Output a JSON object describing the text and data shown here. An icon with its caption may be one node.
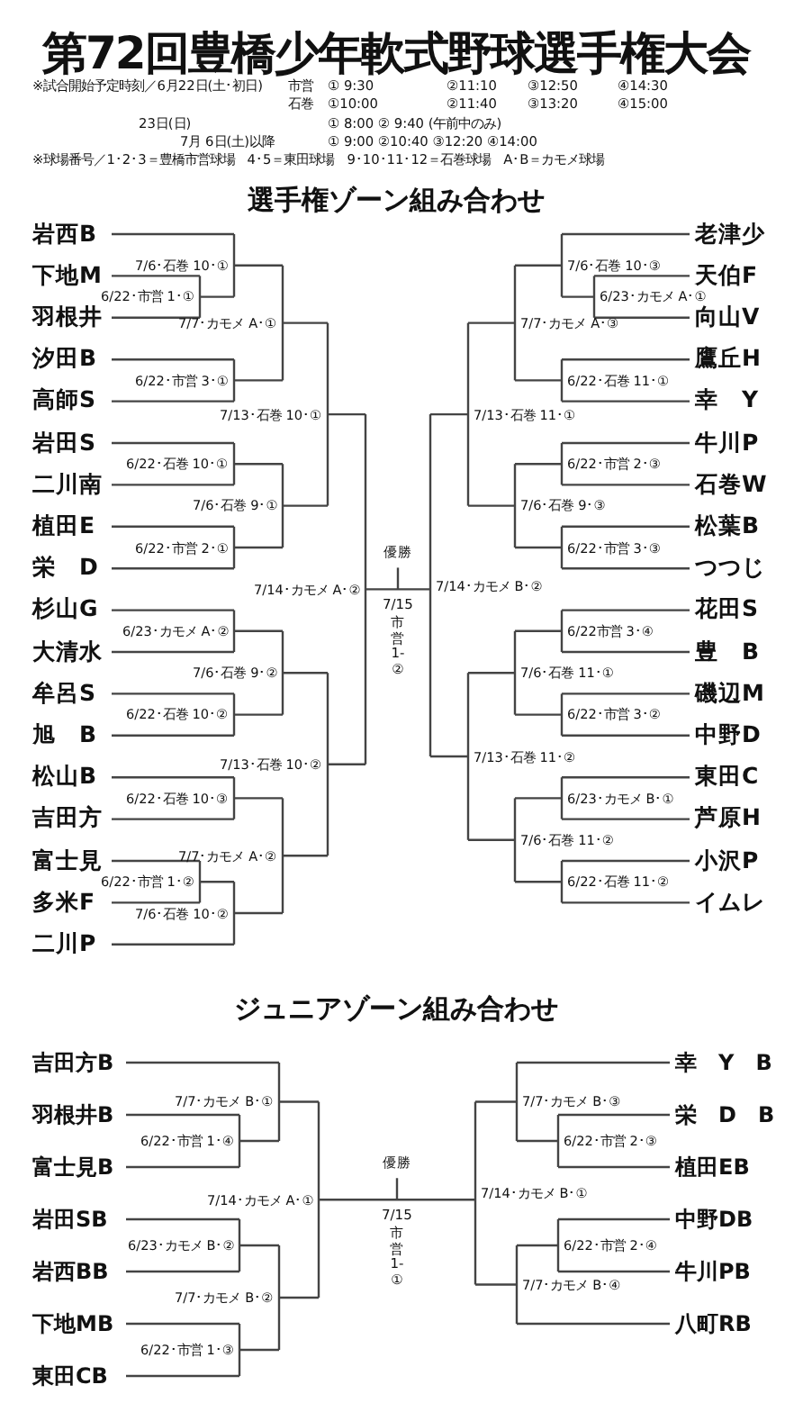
{
  "diagram": {
    "title": "第72回豊橋少年軟式野球選手権大会",
    "labels": [
      "※試合開始予定時刻／6月22日(土･初日)",
      "市営",
      "① 9:30",
      "②11:10",
      "③12:50",
      "④14:30",
      "石巻",
      "①10:00",
      "②11:40",
      "③13:20",
      "④15:00",
      "23日(日)",
      "① 8:00 ② 9:40 (午前中のみ)",
      "7月 6日(土)以降",
      "① 9:00 ②10:40 ③12:20 ④14:00",
      "※球場番号／1･2･3＝豊橋市営球場　4･5＝東田球場　9･10･11･12＝石巻球場　A･B＝カモメ球場",
      "選手権ゾーン組み合わせ",
      "岩西B",
      "下地M",
      "羽根井",
      "汐田B",
      "高師S",
      "岩田S",
      "二川南",
      "植田E",
      "栄　D",
      "杉山G",
      "大清水",
      "牟呂S",
      "旭　B",
      "松山B",
      "吉田方",
      "富士見",
      "多米F",
      "二川P",
      "7/6･石巻 10･①",
      "6/22･市営 1･①",
      "7/7･カモメ A･①",
      "6/22･市営 3･①",
      "7/13･石巻 10･①",
      "6/22･石巻 10･①",
      "7/6･石巻 9･①",
      "6/22･市営 2･①",
      "7/14･カモメ A･②",
      "6/23･カモメ A･②",
      "7/6･石巻 9･②",
      "6/22･石巻 10･②",
      "7/13･石巻 10･②",
      "6/22･石巻 10･③",
      "7/7･カモメ A･②",
      "6/22･市営 1･②",
      "7/6･石巻 10･②",
      "優勝",
      "7/15",
      "市営1-②",
      "老津少",
      "天伯F",
      "向山V",
      "鷹丘H",
      "幸　Y",
      "牛川P",
      "石巻W",
      "松葉B",
      "つつじ",
      "花田S",
      "豊　B",
      "磯辺M",
      "中野D",
      "東田C",
      "芦原H",
      "小沢P",
      "イムレ",
      "7/6･石巻 10･③",
      "6/23･カモメ A･①",
      "7/7･カモメ A･③",
      "6/22･石巻 11･①",
      "7/13･石巻 11･①",
      "6/22･市営 2･③",
      "7/6･石巻 9･③",
      "6/22･市営 3･③",
      "7/14･カモメ B･②",
      "6/22市営 3･④",
      "7/6･石巻 11･①",
      "6/22･市営 3･②",
      "7/13･石巻 11･②",
      "6/23･カモメ B･①",
      "7/6･石巻 11･②",
      "6/22･石巻 11･②",
      "ジュニアゾーン組み合わせ",
      "吉田方B",
      "羽根井B",
      "富士見B",
      "岩田SB",
      "岩西BB",
      "下地MB",
      "東田CB",
      "7/7･カモメ B･①",
      "6/22･市営 1･④",
      "7/14･カモメ A･①",
      "6/23･カモメ B･②",
      "7/7･カモメ B･②",
      "6/22･市営 1･③",
      "優勝",
      "7/15",
      "市営1-①",
      "幸　Y　B",
      "栄　D　B",
      "植田EB",
      "中野DB",
      "牛川PB",
      "八町RB",
      "7/7･カモメ B･③",
      "6/22･市営 2･③",
      "7/14･カモメ B･①",
      "6/22･市営 2･④",
      "7/7･カモメ B･④"
    ]
  }
}
